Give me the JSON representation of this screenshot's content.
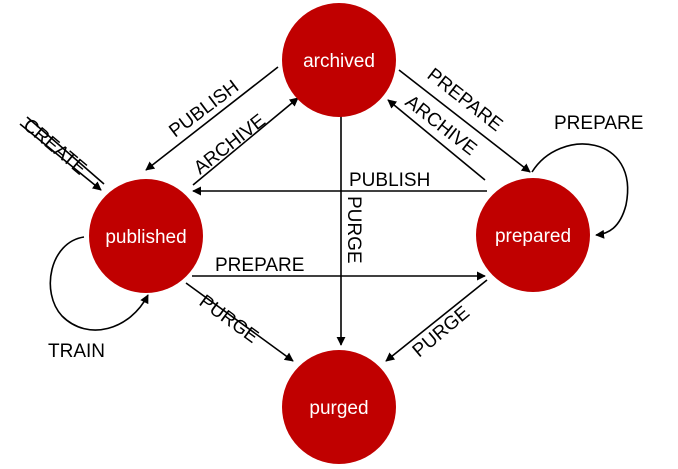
{
  "colors": {
    "node_fill": "#c00000",
    "node_text": "#ffffff",
    "edge": "#000000"
  },
  "nodes": {
    "archived": "archived",
    "published": "published",
    "prepared": "prepared",
    "purged": "purged"
  },
  "edges": {
    "create": "CREATE",
    "train": "TRAIN",
    "published_to_archived": "ARCHIVE",
    "archived_to_published": "PUBLISH",
    "archived_to_prepared": "PREPARE",
    "prepared_to_archived": "ARCHIVE",
    "prepared_self": "PREPARE",
    "prepared_to_published": "PUBLISH",
    "published_to_prepared": "PREPARE",
    "archived_to_purged": "PURGE",
    "published_to_purged": "PURGE",
    "prepared_to_purged": "PURGE"
  }
}
